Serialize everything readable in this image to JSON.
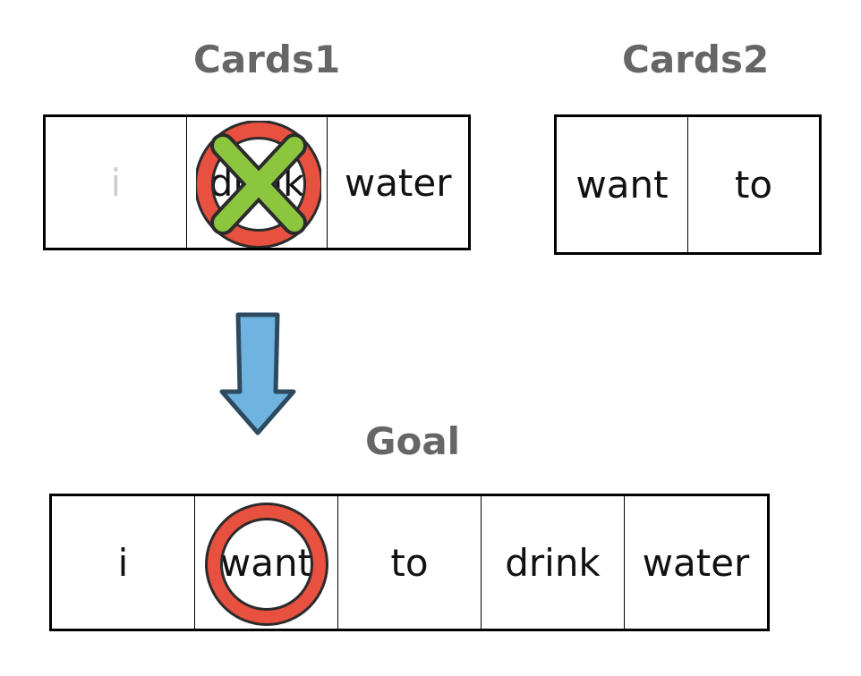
{
  "cards1": {
    "title": "Cards1",
    "cells": [
      "i",
      "drink",
      "water"
    ],
    "crossed_index": 1
  },
  "cards2": {
    "title": "Cards2",
    "cells": [
      "want",
      "to"
    ]
  },
  "goal": {
    "title": "Goal",
    "cells": [
      "i",
      "want",
      "to",
      "drink",
      "water"
    ],
    "circled_index": 1
  },
  "colors": {
    "heading": "#666666",
    "circle_red": "#e8503f",
    "cross_green": "#8cc63f",
    "arrow_blue": "#6fb3e0",
    "arrow_outline": "#2d4a5e"
  },
  "icons": {
    "cross": "x-mark-icon",
    "circle": "circle-mark-icon",
    "arrow": "down-arrow-icon"
  }
}
